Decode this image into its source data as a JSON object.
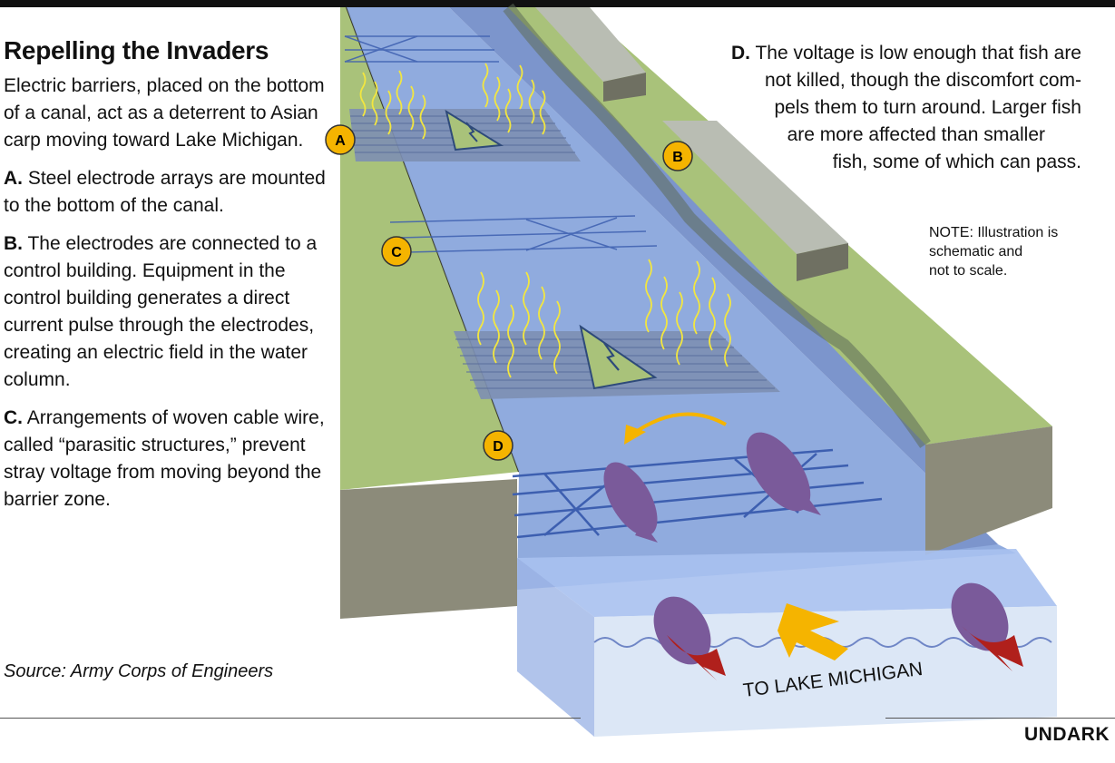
{
  "title": "Repelling the Invaders",
  "intro": "Electric barriers, placed on the bottom of a canal, act as a deterrent to Asian carp moving toward Lake Michigan.",
  "items": [
    {
      "letter": "A.",
      "text": "Steel electrode arrays are mounted to the bottom of the canal."
    },
    {
      "letter": "B.",
      "text": "The electrodes are connected to a control building. Equipment in the control building generates a direct current pulse through the electrodes, creating an electric field in the water column."
    },
    {
      "letter": "C.",
      "text": "Arrangements of woven cable wire, called “parasitic structures,” prevent stray voltage from moving beyond the barrier zone."
    }
  ],
  "note_d": {
    "letter": "D.",
    "lines": [
      "The voltage is low enough that fish are",
      "not killed, though the discomfort com-",
      "pels them to turn around. Larger fish",
      "are more affected than smaller",
      "fish, some of which can pass."
    ]
  },
  "note": [
    "NOTE: Illustration is",
    "schematic and",
    "not to scale."
  ],
  "markers": {
    "a": "A",
    "b": "B",
    "c": "C",
    "d": "D"
  },
  "direction_label": "TO LAKE MICHIGAN",
  "source": "Source: Army Corps of Engineers",
  "brand": "UNDARK",
  "colors": {
    "water": "#8aa6dc",
    "bank": "#a9c27a",
    "wall": "#8c8b7a",
    "building": "#b9bdb3",
    "marker": "#f5b400",
    "fish": "#7a5a9a",
    "fish_red": "#b0201c",
    "wire": "#3d5fb0"
  }
}
